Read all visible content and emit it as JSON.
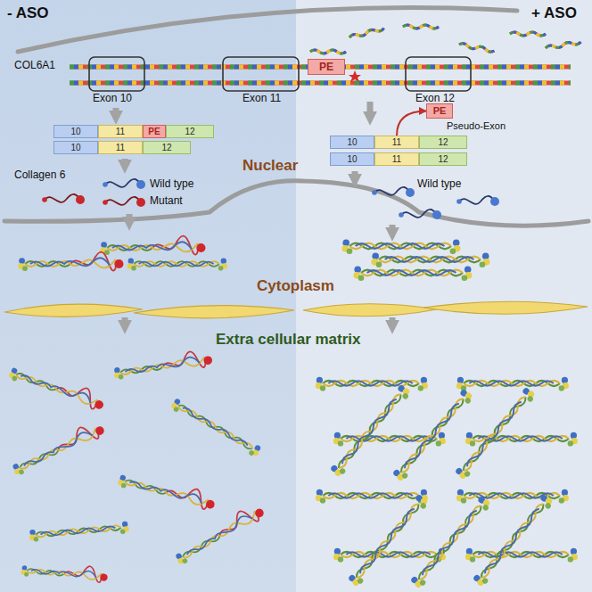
{
  "diagram": {
    "nodes": [
      {
        "text": [
          "PE"
        ]
      },
      {
        "text": [
          "10"
        ]
      },
      {
        "text": [
          "11"
        ]
      },
      {
        "text": [
          "PE"
        ]
      },
      {
        "text": [
          "12"
        ]
      },
      {
        "text": [
          "10"
        ]
      },
      {
        "text": [
          "11"
        ]
      },
      {
        "text": [
          "12"
        ]
      },
      {
        "text": [
          "10"
        ]
      },
      {
        "text": [
          "11"
        ]
      },
      {
        "text": [
          "12"
        ]
      },
      {
        "text": [
          "10"
        ]
      },
      {
        "text": [
          "11"
        ]
      },
      {
        "text": [
          "12"
        ]
      },
      {
        "text": [
          "PE",
          "Pseudo-Exon"
        ]
      }
    ],
    "edges": [
      {
        "from": 9,
        "to": 14,
        "arrow": "to"
      }
    ],
    "labels": [
      "- ASO",
      "+ ASO",
      "COL6A1",
      "Exon 10",
      "Exon 11",
      "Exon 12",
      "Nuclear",
      "Collagen 6",
      "Wild type",
      "Mutant",
      "Wild type",
      "Cytoplasm",
      "Extra cellular matrix"
    ]
  }
}
